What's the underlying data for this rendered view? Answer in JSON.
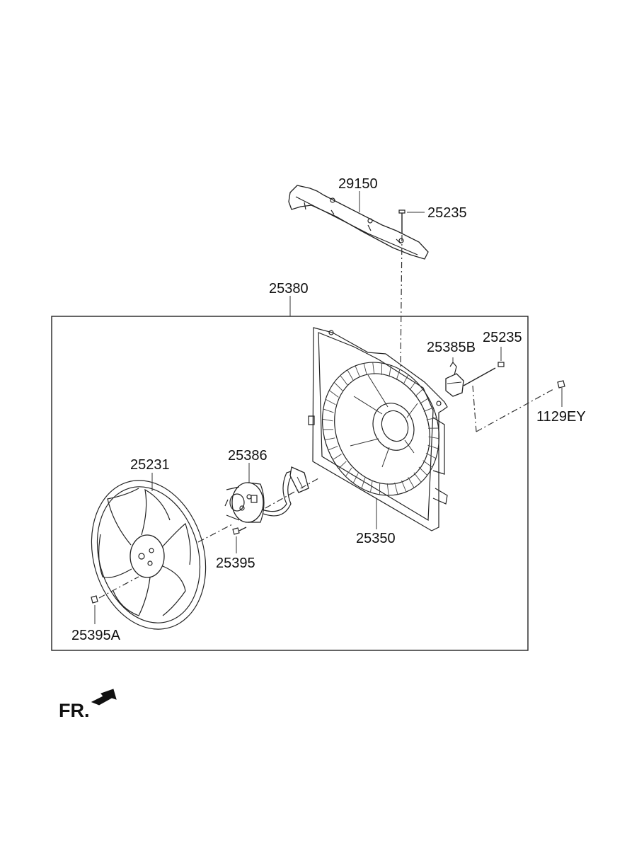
{
  "parts": [
    {
      "key": "p29150",
      "number": "29150"
    },
    {
      "key": "p25235_top",
      "number": "25235"
    },
    {
      "key": "p25380",
      "number": "25380"
    },
    {
      "key": "p25385B",
      "number": "25385B"
    },
    {
      "key": "p25235_right",
      "number": "25235"
    },
    {
      "key": "p1129EY",
      "number": "1129EY"
    },
    {
      "key": "p25386",
      "number": "25386"
    },
    {
      "key": "p25231",
      "number": "25231"
    },
    {
      "key": "p25350",
      "number": "25350"
    },
    {
      "key": "p25395",
      "number": "25395"
    },
    {
      "key": "p25395A",
      "number": "25395A"
    }
  ],
  "orientation": {
    "label": "FR.",
    "icon": "front-direction-arrow-icon"
  }
}
